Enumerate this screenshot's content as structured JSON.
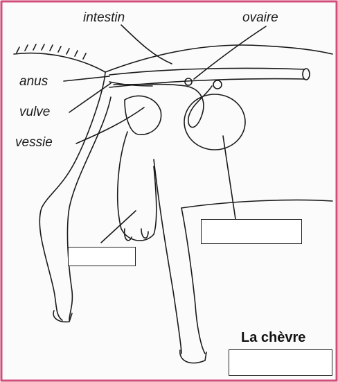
{
  "title": "La chèvre",
  "labels": {
    "intestin": "intestin",
    "ovaire": "ovaire",
    "anus": "anus",
    "vulve": "vulve",
    "vessie": "vessie"
  },
  "colors": {
    "frame": "#d24d7a",
    "lines": "#1a1a1a",
    "background": "#fbfbfb"
  }
}
